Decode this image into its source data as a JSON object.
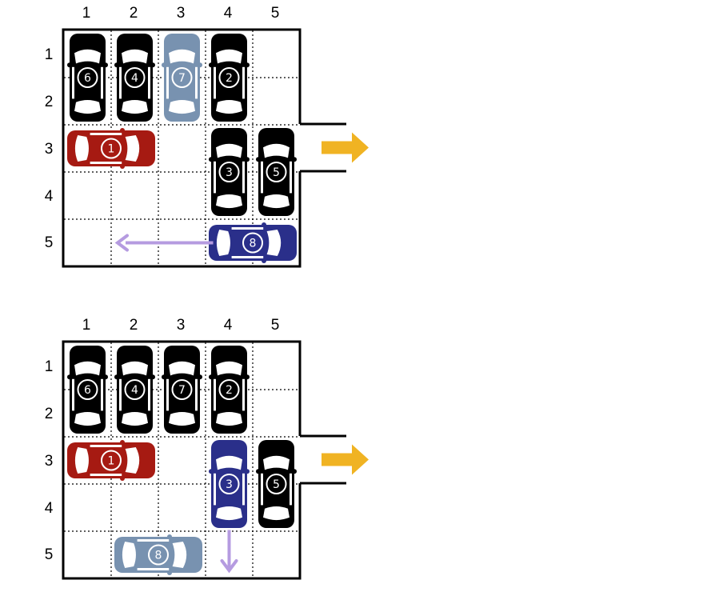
{
  "colors": {
    "black_car": "#000000",
    "red_car": "#a61a12",
    "blue_car": "#2a2f8a",
    "light_car": "#7892b0",
    "arrow_move": "#b59be0",
    "exit_arrow": "#f0b323",
    "grid_line": "#000000"
  },
  "puzzles": [
    {
      "col_labels": [
        "1",
        "2",
        "3",
        "4",
        "5"
      ],
      "row_labels": [
        "1",
        "2",
        "3",
        "4",
        "5"
      ],
      "cars": [
        {
          "label": "⑥",
          "row": 1,
          "col": 1,
          "length": 2,
          "orientation": "vertical",
          "color": "black"
        },
        {
          "label": "④",
          "row": 1,
          "col": 2,
          "length": 2,
          "orientation": "vertical",
          "color": "black"
        },
        {
          "label": "⑦",
          "row": 1,
          "col": 3,
          "length": 2,
          "orientation": "vertical",
          "color": "light"
        },
        {
          "label": "②",
          "row": 1,
          "col": 4,
          "length": 2,
          "orientation": "vertical",
          "color": "black"
        },
        {
          "label": "①",
          "row": 3,
          "col": 1,
          "length": 2,
          "orientation": "horizontal",
          "color": "red"
        },
        {
          "label": "③",
          "row": 3,
          "col": 4,
          "length": 2,
          "orientation": "vertical",
          "color": "black"
        },
        {
          "label": "⑤",
          "row": 3,
          "col": 5,
          "length": 2,
          "orientation": "vertical",
          "color": "black"
        },
        {
          "label": "⑧",
          "row": 5,
          "col": 4,
          "length": 2,
          "orientation": "horizontal",
          "color": "blue"
        }
      ],
      "move_arrow": {
        "from_row": 5,
        "from_col": 4,
        "to_row": 5,
        "to_col": 2,
        "direction": "left"
      },
      "exit_row": 3
    },
    {
      "col_labels": [
        "1",
        "2",
        "3",
        "4",
        "5"
      ],
      "row_labels": [
        "1",
        "2",
        "3",
        "4",
        "5"
      ],
      "cars": [
        {
          "label": "⑥",
          "row": 1,
          "col": 1,
          "length": 2,
          "orientation": "vertical",
          "color": "black"
        },
        {
          "label": "④",
          "row": 1,
          "col": 2,
          "length": 2,
          "orientation": "vertical",
          "color": "black"
        },
        {
          "label": "⑦",
          "row": 1,
          "col": 3,
          "length": 2,
          "orientation": "vertical",
          "color": "black"
        },
        {
          "label": "②",
          "row": 1,
          "col": 4,
          "length": 2,
          "orientation": "vertical",
          "color": "black"
        },
        {
          "label": "①",
          "row": 3,
          "col": 1,
          "length": 2,
          "orientation": "horizontal",
          "color": "red"
        },
        {
          "label": "③",
          "row": 3,
          "col": 4,
          "length": 2,
          "orientation": "vertical",
          "color": "blue"
        },
        {
          "label": "⑤",
          "row": 3,
          "col": 5,
          "length": 2,
          "orientation": "vertical",
          "color": "black"
        },
        {
          "label": "⑧",
          "row": 5,
          "col": 2,
          "length": 2,
          "orientation": "horizontal",
          "color": "light"
        }
      ],
      "move_arrow": {
        "from_row": 4,
        "from_col": 4,
        "to_row": 5,
        "to_col": 4,
        "direction": "down"
      },
      "exit_row": 3
    }
  ]
}
